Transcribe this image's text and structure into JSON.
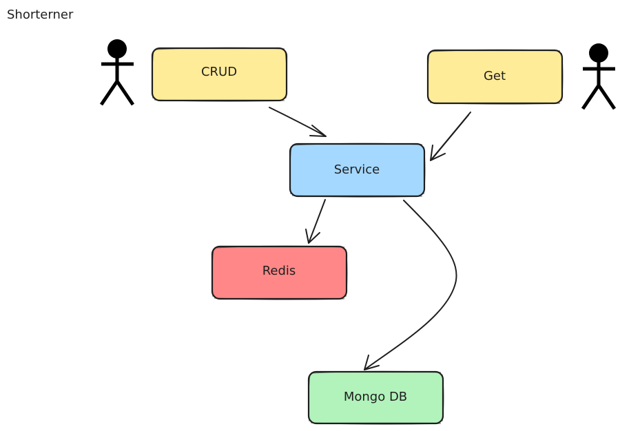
{
  "diagram": {
    "title": "Shorterner",
    "nodes": {
      "crud": {
        "label": "CRUD",
        "color": "#ffec99"
      },
      "get": {
        "label": "Get",
        "color": "#ffec99"
      },
      "service": {
        "label": "Service",
        "color": "#a5d8ff"
      },
      "redis": {
        "label": "Redis",
        "color": "#ff8787"
      },
      "mongo": {
        "label": "Mongo DB",
        "color": "#b2f2bb"
      }
    },
    "edges": [
      {
        "from": "CRUD",
        "to": "Service"
      },
      {
        "from": "Get",
        "to": "Service"
      },
      {
        "from": "Service",
        "to": "Redis"
      },
      {
        "from": "Service",
        "to": "Mongo DB"
      }
    ],
    "actors": [
      "user-left",
      "user-right"
    ],
    "stroke_color": "#1e1e1e"
  }
}
